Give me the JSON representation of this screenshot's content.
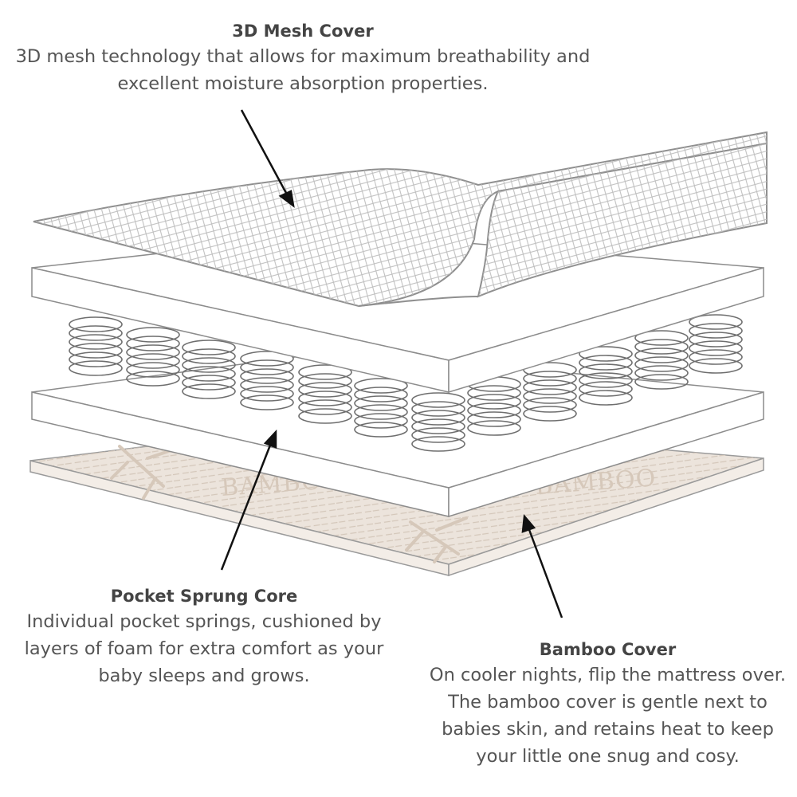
{
  "colors": {
    "outline": "#8c8c8c",
    "spring": "#6e6e6e",
    "bamboo_fill": "#ece4dc",
    "bamboo_pattern": "#d2c4b6",
    "arrow": "#111111",
    "text": "#555555",
    "title_text": "#444444"
  },
  "callouts": {
    "mesh_cover": {
      "title": "3D Mesh Cover",
      "line1": "3D mesh technology that allows for maximum breathability and",
      "line2": "excellent moisture absorption properties."
    },
    "pocket_sprung_core": {
      "title": "Pocket Sprung Core",
      "line1": "Individual pocket springs, cushioned by",
      "line2": "layers of foam for extra comfort as your",
      "line3": "baby sleeps and grows."
    },
    "bamboo_cover": {
      "title": "Bamboo Cover",
      "line1": "On cooler nights, flip the mattress over.",
      "line2": "The bamboo cover is gentle next to",
      "line3": "babies skin, and retains heat to keep",
      "line4": "your little one snug and cosy."
    }
  },
  "watermarks": {
    "bamboo_left": "BAMBOO",
    "bamboo_right": "BAMBOO"
  }
}
